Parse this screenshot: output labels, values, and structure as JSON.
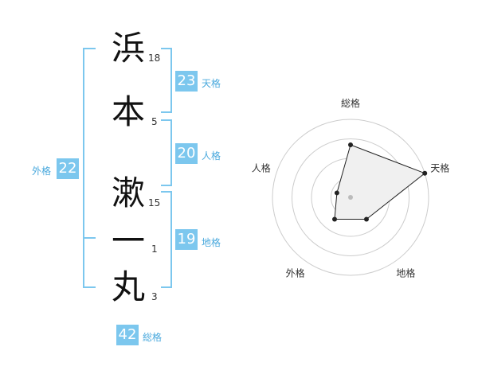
{
  "name": {
    "chars": [
      {
        "char": "浜",
        "strokes": "18"
      },
      {
        "char": "本",
        "strokes": "5"
      },
      {
        "char": "漱",
        "strokes": "15"
      },
      {
        "char": "一",
        "strokes": "1"
      },
      {
        "char": "丸",
        "strokes": "3"
      }
    ]
  },
  "fortune": {
    "tenkaku": {
      "value": "23",
      "label": "天格"
    },
    "jinkaku": {
      "value": "20",
      "label": "人格"
    },
    "chikaku": {
      "value": "19",
      "label": "地格"
    },
    "gaikaku": {
      "value": "22",
      "label": "外格"
    },
    "soukaku": {
      "value": "42",
      "label": "総格"
    }
  },
  "chart_data": {
    "type": "radar",
    "axes": [
      "総格",
      "天格",
      "地格",
      "外格",
      "人格"
    ],
    "values": [
      3,
      5,
      1,
      1,
      0
    ],
    "rmax": 5,
    "rings": 4,
    "colors": {
      "ring": "#cccccc",
      "fill": "#f0f0f0",
      "stroke": "#222222",
      "center": "#bbbbbb"
    }
  }
}
